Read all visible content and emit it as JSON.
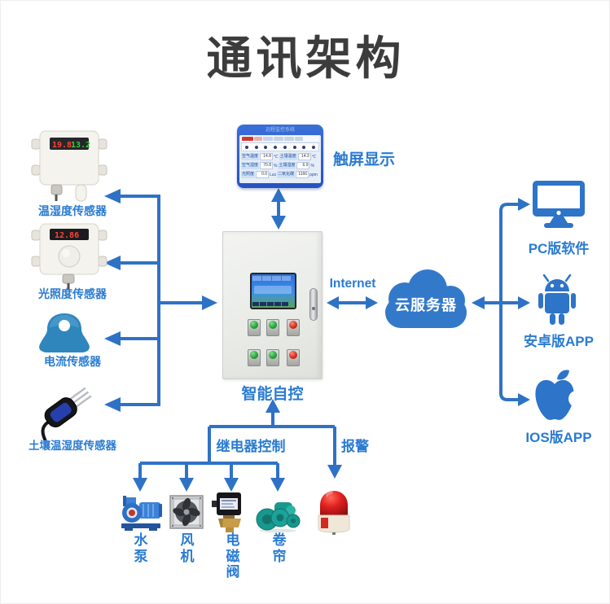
{
  "title": "通讯架构",
  "colors": {
    "line_blue": "#2e72c6",
    "label_blue": "#2a7bd2",
    "cloud_blue": "#3379ca",
    "icon_blue": "#2e74c8"
  },
  "left_sensors": [
    {
      "label": "温湿度传感器",
      "display_red": "19.8",
      "display_green": "13.2"
    },
    {
      "label": "光照度传感器",
      "display": "12.86"
    },
    {
      "label": "电流传感器"
    },
    {
      "label": "土壤温湿度传感器"
    }
  ],
  "touch_screen": {
    "label": "触屏显示",
    "screen_title": "远程监控系统",
    "rows": [
      {
        "l1": "空气温度",
        "v1": "14.8",
        "u1": "℃",
        "l2": "土壤温度",
        "v2": "14.3",
        "u2": "℃"
      },
      {
        "l1": "空气湿度",
        "v1": "70.8",
        "u1": "%",
        "l2": "土壤湿度",
        "v2": "6.9",
        "u2": "%"
      },
      {
        "l1": "光照度",
        "v1": "0.0",
        "u1": "Lux",
        "l2": "二氧化碳",
        "v2": "1166",
        "u2": "ppm"
      }
    ]
  },
  "cabinet": {
    "label": "智能自控"
  },
  "internet": {
    "label": "Internet"
  },
  "cloud": {
    "label": "云服务器"
  },
  "clients": [
    {
      "label": "PC版软件"
    },
    {
      "label": "安卓版APP"
    },
    {
      "label": "IOS版APP"
    }
  ],
  "bottom": {
    "relay_label": "继电器控制",
    "alarm_label": "报警",
    "devices": [
      {
        "label": "水泵"
      },
      {
        "label": "风机"
      },
      {
        "label": "电磁阀"
      },
      {
        "label": "卷帘"
      }
    ]
  }
}
